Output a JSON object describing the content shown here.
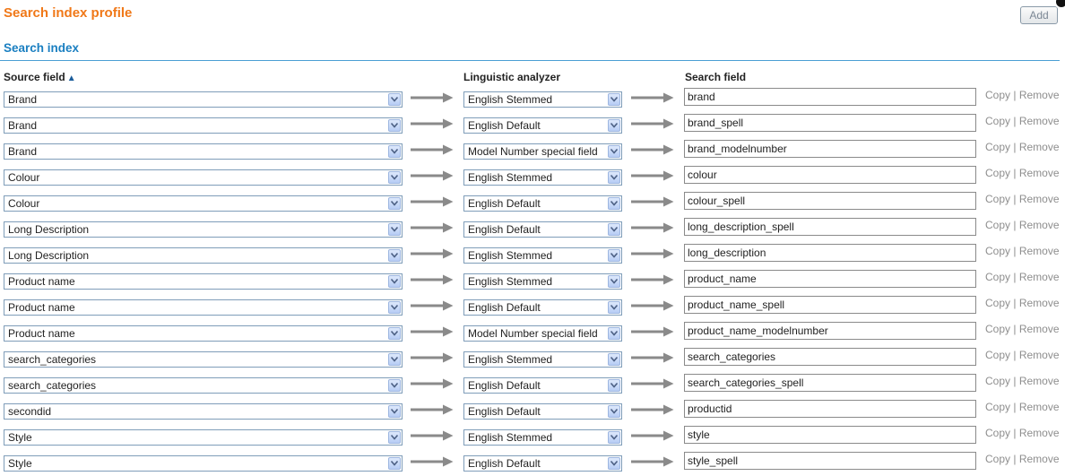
{
  "header": {
    "title": "Search index profile",
    "add_label": "Add"
  },
  "section": {
    "title": "Search index"
  },
  "columns": {
    "source": "Source field",
    "sort_indicator": "▲",
    "analyzer": "Linguistic analyzer",
    "search": "Search field"
  },
  "actions": {
    "copy": "Copy",
    "separator": "|",
    "remove": "Remove"
  },
  "rows": [
    {
      "source": "Brand",
      "analyzer": "English Stemmed",
      "search": "brand"
    },
    {
      "source": "Brand",
      "analyzer": "English Default",
      "search": "brand_spell"
    },
    {
      "source": "Brand",
      "analyzer": "Model Number special field",
      "search": "brand_modelnumber"
    },
    {
      "source": "Colour",
      "analyzer": "English Stemmed",
      "search": "colour"
    },
    {
      "source": "Colour",
      "analyzer": "English Default",
      "search": "colour_spell"
    },
    {
      "source": "Long Description",
      "analyzer": "English Default",
      "search": "long_description_spell"
    },
    {
      "source": "Long Description",
      "analyzer": "English Stemmed",
      "search": "long_description"
    },
    {
      "source": "Product name",
      "analyzer": "English Stemmed",
      "search": "product_name"
    },
    {
      "source": "Product name",
      "analyzer": "English Default",
      "search": "product_name_spell"
    },
    {
      "source": "Product name",
      "analyzer": "Model Number special field",
      "search": "product_name_modelnumber"
    },
    {
      "source": "search_categories",
      "analyzer": "English Stemmed",
      "search": "search_categories"
    },
    {
      "source": "search_categories",
      "analyzer": "English Default",
      "search": "search_categories_spell"
    },
    {
      "source": "secondid",
      "analyzer": "English Default",
      "search": "productid"
    },
    {
      "source": "Style",
      "analyzer": "English Stemmed",
      "search": "style"
    },
    {
      "source": "Style",
      "analyzer": "English Default",
      "search": "style_spell"
    }
  ],
  "icons": {
    "dropdown": "chevron-down-icon",
    "mapping_arrow": "arrow-right-icon"
  },
  "colors": {
    "title": "#f07818",
    "section_title": "#1a7fc1",
    "rule": "#4a9fd4",
    "action_link": "#8e8e8e"
  }
}
